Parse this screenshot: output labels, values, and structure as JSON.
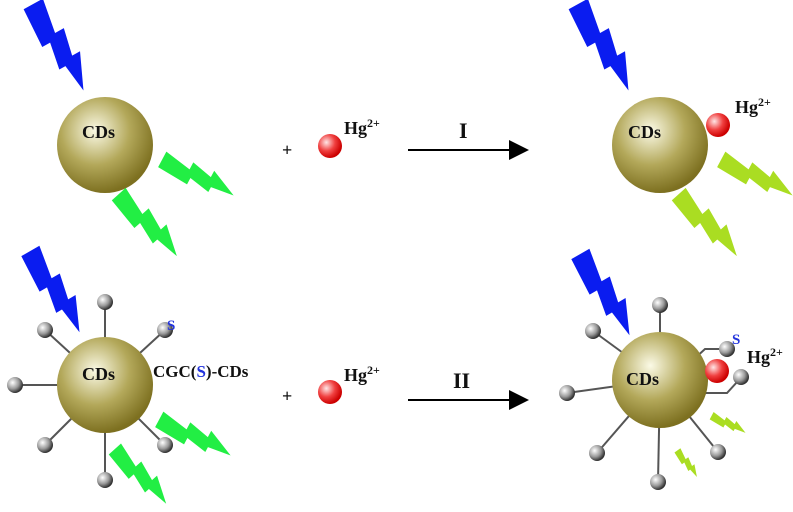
{
  "labels": {
    "cds": "CDs",
    "hg": "Hg",
    "hg_charge": "2+",
    "plus": "+",
    "step1": "I",
    "step2": "II",
    "s": "S",
    "probe_prefix": "CGC(",
    "probe_s": "S",
    "probe_suffix": ")-CDs"
  },
  "colors": {
    "excitation": "#0a1cf0",
    "emission_strong": "#22ee44",
    "emission_quenched": "#aadd22",
    "mercury": "#ee2222",
    "sulfur": "#2233dd",
    "cd_core": "#8a7d2a"
  }
}
